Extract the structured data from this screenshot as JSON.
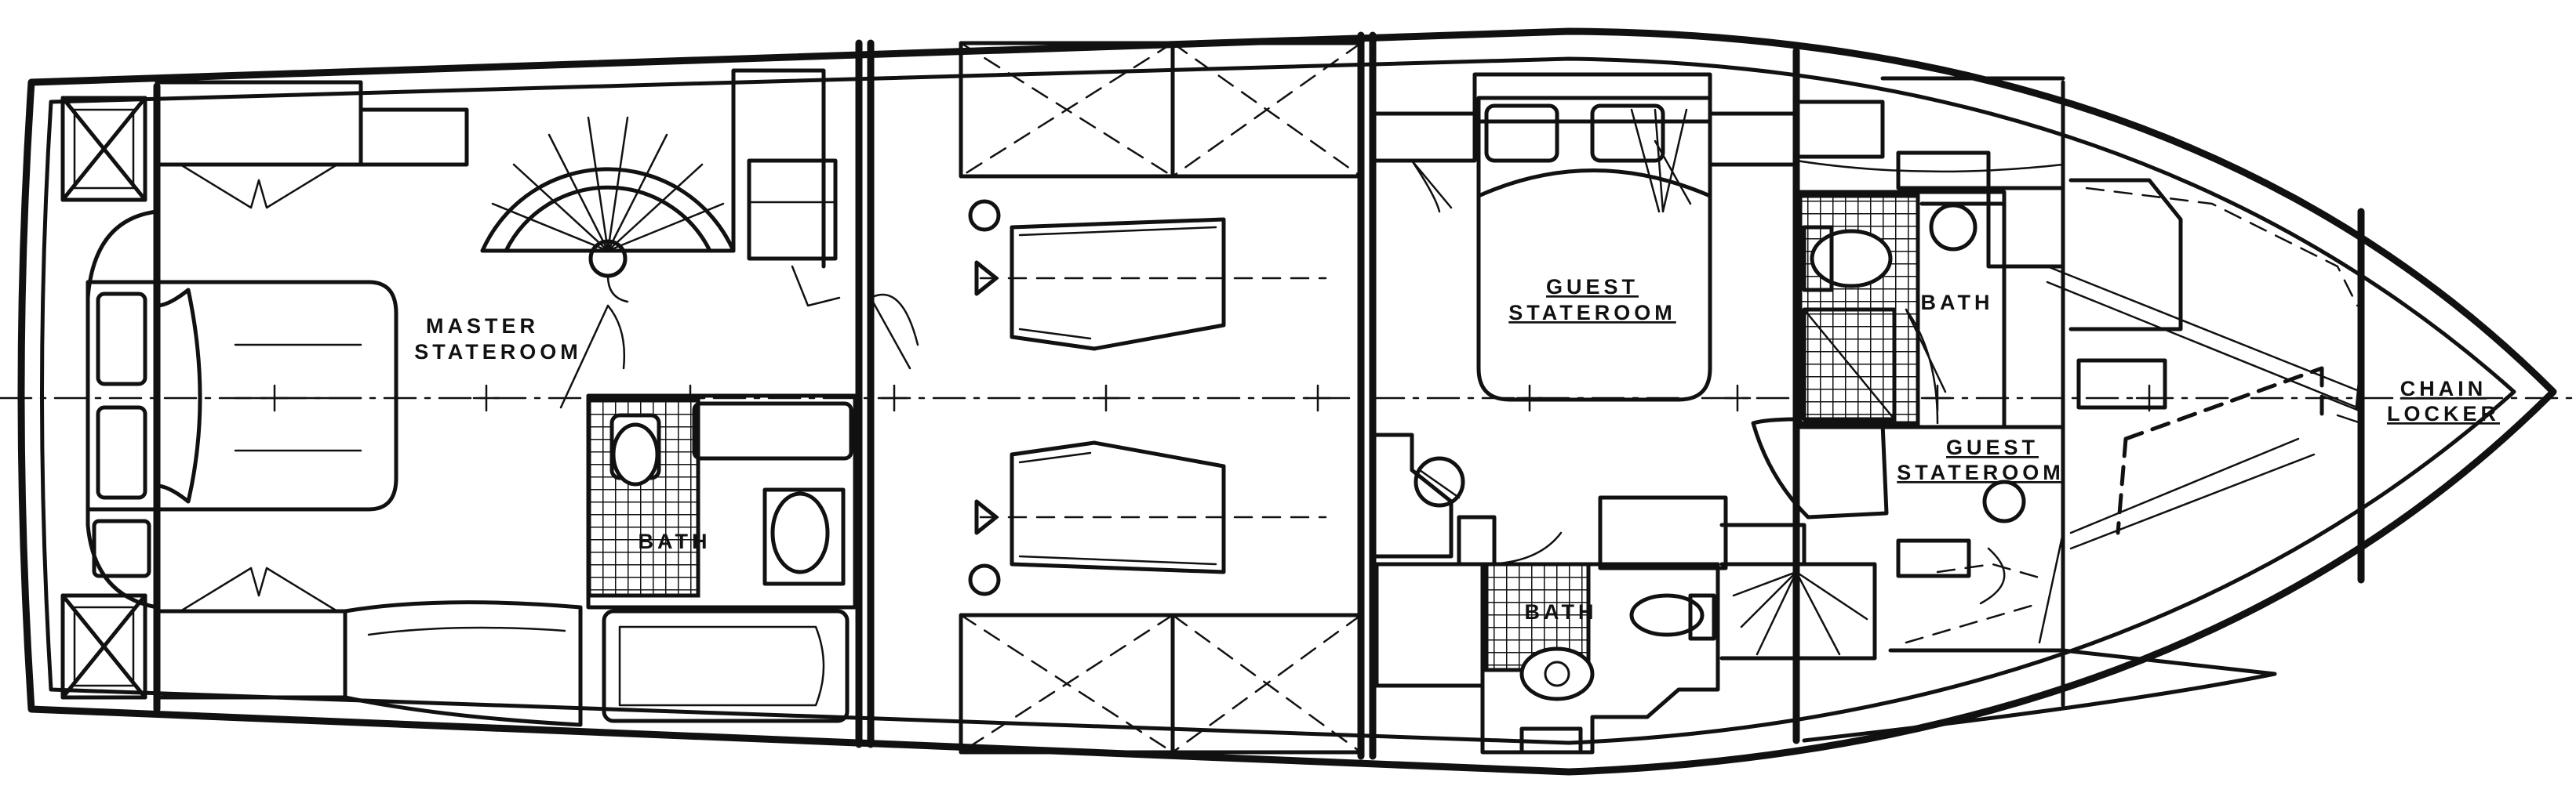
{
  "rooms": {
    "master_stateroom_1": "MASTER",
    "master_stateroom_2": "STATEROOM",
    "master_bath": "BATH",
    "guest_stateroom_fwd_1": "GUEST",
    "guest_stateroom_fwd_2": "STATEROOM",
    "guest_stateroom_bow_1": "GUEST",
    "guest_stateroom_bow_2": "STATEROOM",
    "guest_bath_fwd": "BATH",
    "guest_bath_aft": "BATH",
    "chain_locker_1": "CHAIN",
    "chain_locker_2": "LOCKER"
  },
  "colors": {
    "ink": "#111111",
    "paper": "#ffffff"
  }
}
